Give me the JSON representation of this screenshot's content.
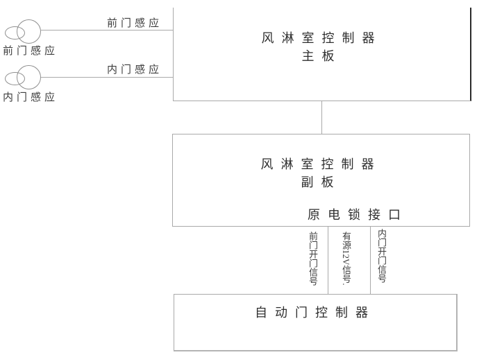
{
  "title": "air-shower-controller-wiring-diagram",
  "colors": {
    "wire_line": "#a9a9a9",
    "text": "#3d3d3d",
    "main_board_right_border": "#2b2b2b"
  },
  "sensors": {
    "front": {
      "symbol_caption": "前门感应",
      "wire_label": "前门感应"
    },
    "inner": {
      "symbol_caption": "内门感应",
      "wire_label": "内门感应"
    }
  },
  "main_board": {
    "title_line1": "风淋室控制器",
    "title_line2": "主板"
  },
  "sub_board": {
    "title_line1": "风淋室控制器",
    "title_line2": "副板",
    "lock_interface_label": "原电锁接口"
  },
  "signal_wires": {
    "front_open": "前门开门信号",
    "power_12v": "有源12V信号.",
    "inner_open": "内门开门信号"
  },
  "door_controller": {
    "title": "自动门控制器"
  }
}
